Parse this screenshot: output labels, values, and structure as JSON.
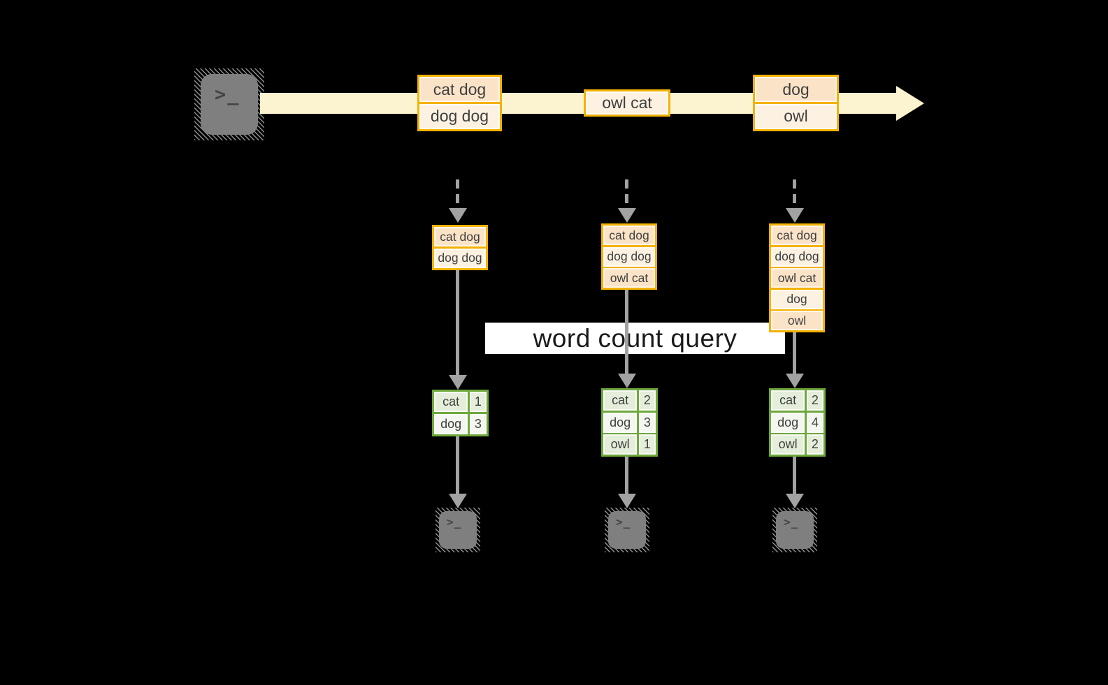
{
  "diagram": {
    "banner_label": "word count query",
    "terminal_glyph": ">_",
    "stream_messages": [
      {
        "lines": [
          "cat dog",
          "dog dog"
        ]
      },
      {
        "lines": [
          "owl cat"
        ]
      },
      {
        "lines": [
          "dog",
          "owl"
        ]
      }
    ],
    "workers": [
      {
        "received": [
          "cat dog",
          "dog dog"
        ],
        "counts": [
          {
            "word": "cat",
            "count": "1"
          },
          {
            "word": "dog",
            "count": "3"
          }
        ]
      },
      {
        "received": [
          "cat dog",
          "dog dog",
          "owl cat"
        ],
        "counts": [
          {
            "word": "cat",
            "count": "2"
          },
          {
            "word": "dog",
            "count": "3"
          },
          {
            "word": "owl",
            "count": "1"
          }
        ]
      },
      {
        "received": [
          "cat dog",
          "dog dog",
          "owl cat",
          "dog",
          "owl"
        ],
        "counts": [
          {
            "word": "cat",
            "count": "2"
          },
          {
            "word": "dog",
            "count": "4"
          },
          {
            "word": "owl",
            "count": "2"
          }
        ]
      }
    ],
    "colors": {
      "background": "#000000",
      "stream_band": "#fcf3d0",
      "gold_border": "#f3b200",
      "peach_fill": "#fbe3c7",
      "cream_fill": "#fdf2e2",
      "green_border": "#6fa83c",
      "green_fill": "#e4eeda",
      "green_fill_light": "#f3f7ef",
      "arrow_gray": "#a2a2a2",
      "terminal_gray": "#7f7f7f"
    }
  }
}
